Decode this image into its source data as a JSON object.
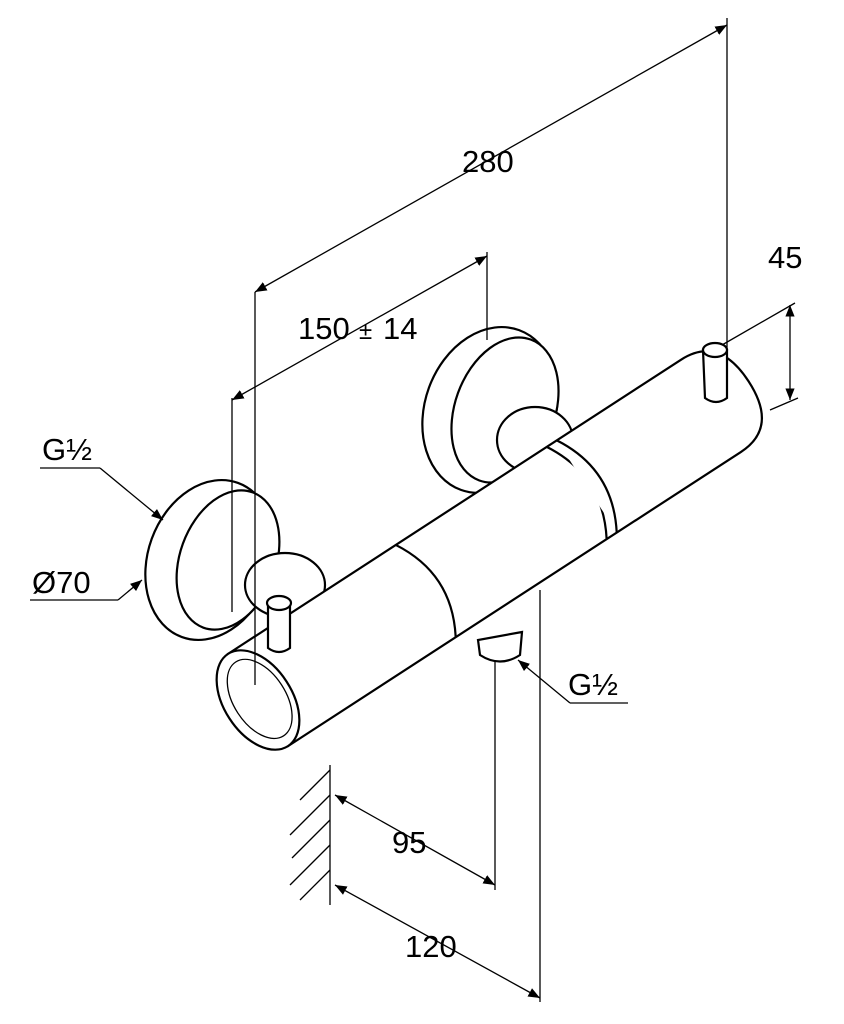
{
  "drawing": {
    "dim_total_length": "280",
    "dim_centers": "150",
    "dim_centers_tol_sign": "±",
    "dim_centers_tol": "14",
    "dim_pin_height": "45",
    "thread_inlet": "G½",
    "rosette_diameter": "Ø70",
    "thread_outlet": "G½",
    "dim_outlet_offset": "95",
    "dim_depth": "120"
  },
  "colors": {
    "line": "#000000",
    "background": "#ffffff"
  }
}
